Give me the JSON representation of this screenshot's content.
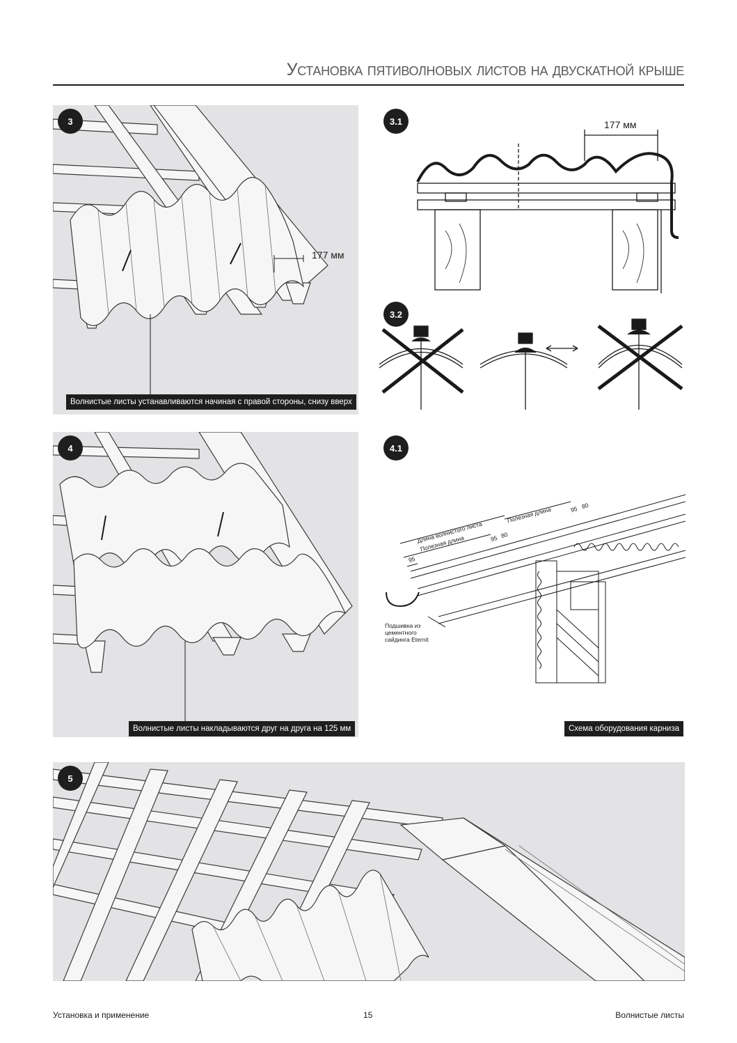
{
  "header": {
    "title": "Установка пятиволновых листов на двускатной крыше"
  },
  "figures": {
    "fig3": {
      "badge": "3",
      "dimension": "177 мм",
      "caption": "Волнистые листы устанавливаются начиная с правой стороны, снизу вверх"
    },
    "fig3_1": {
      "badge": "3.1",
      "dimension": "177 мм"
    },
    "fig3_2": {
      "badge": "3.2"
    },
    "fig4": {
      "badge": "4",
      "caption": "Волнистые листы накладываются друг на друга на 125 мм"
    },
    "fig4_1": {
      "badge": "4.1",
      "labels": {
        "sheet_length": "Длина волнистого листа",
        "useful_length_1": "Полезная длина",
        "useful_length_2": "Полезная длина",
        "dim_95_a": "95",
        "dim_95_b": "95",
        "dim_95_c": "95",
        "dim_80_a": "80",
        "dim_80_b": "80",
        "soffit_note": "Подшивка из цементного сайдинга Eternit"
      },
      "caption": "Схема оборудования карниза"
    },
    "fig5": {
      "badge": "5"
    }
  },
  "footer": {
    "left": "Установка и применение",
    "page_number": "15",
    "right": "Волнистые листы"
  }
}
